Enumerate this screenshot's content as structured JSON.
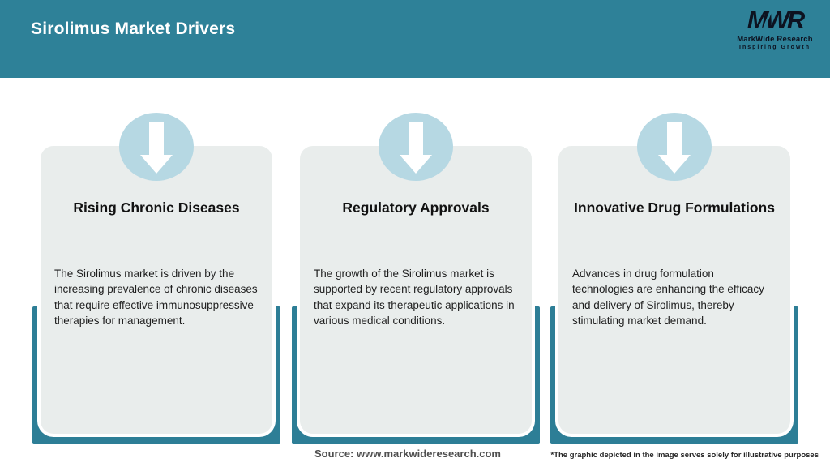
{
  "header": {
    "title": "Sirolimus Market Drivers"
  },
  "logo": {
    "monogram": "MWR",
    "name": "MarkWide Research",
    "tagline": "Inspiring Growth"
  },
  "cards": [
    {
      "title": "Rising Chronic Diseases",
      "body": "The Sirolimus market is driven by the increasing prevalence of chronic diseases that require effective immunosuppressive therapies for management."
    },
    {
      "title": "Regulatory Approvals",
      "body": "The growth of the Sirolimus market is supported by recent regulatory approvals that expand its therapeutic applications in various medical conditions."
    },
    {
      "title": "Innovative Drug Formulations",
      "body": "Advances in drug formulation technologies are enhancing the efficacy and delivery of Sirolimus, thereby stimulating market demand."
    }
  ],
  "footer": {
    "source": "Source: www.markwideresearch.com",
    "disclaimer": "*The graphic depicted in the image serves solely for illustrative purposes"
  },
  "colors": {
    "header_bg": "#2E8198",
    "shadow_teal": "#2D7E96",
    "card_bg": "#E9EDEC",
    "circle_blue": "#B6D8E3",
    "title_text": "#121212",
    "body_text": "#1F1F1F",
    "source_text": "#4F4F4F",
    "logo_text": "#0D1220"
  }
}
